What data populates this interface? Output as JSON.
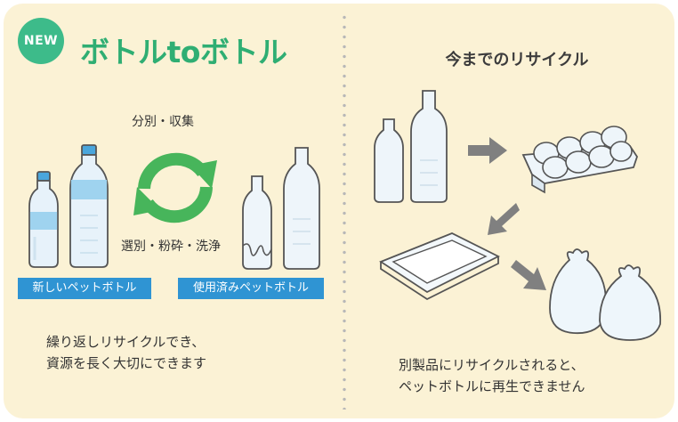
{
  "new_badge": "NEW",
  "left_title": "ボトルtoボトル",
  "right_title": "今までのリサイクル",
  "cycle": {
    "top_label": "分別・収集",
    "bottom_label": "選別・粉砕・洗浄"
  },
  "tags": {
    "new_bottles": "新しいペットボトル",
    "used_bottles": "使用済みペットボトル"
  },
  "left_caption": [
    "繰り返しリサイクルでき、",
    "資源を長く大切にできます"
  ],
  "right_caption": [
    "別製品にリサイクルされると、",
    "ペットボトルに再生できません"
  ],
  "colors": {
    "panel": "#fbf2d5",
    "accent_green": "#2fae73",
    "badge_green": "#3dbb8a",
    "tag_blue": "#2f94d3",
    "bottle_fill": "#e7f2fa",
    "bottle_band": "#9fd3ef",
    "arrow_gray": "#808080"
  }
}
